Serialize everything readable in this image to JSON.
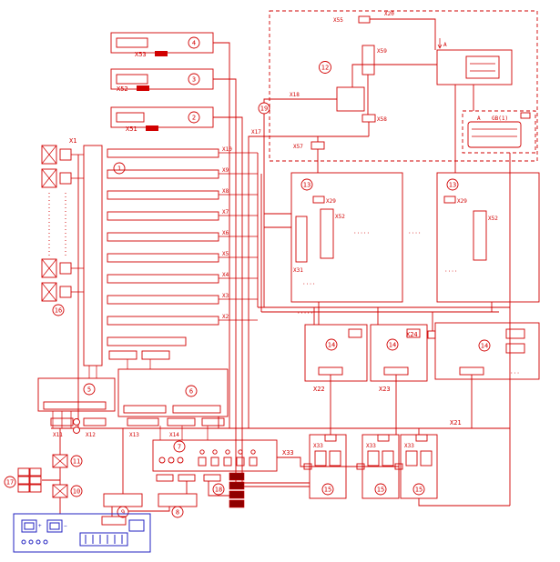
{
  "diagram_type": "electrical-wiring-schematic",
  "colors": {
    "line": "#d10000",
    "dark_component": "#8f0000",
    "legend_blue": "#2020c0",
    "background": "#ffffff"
  },
  "markers": {
    "m1": "1",
    "m2": "2",
    "m3": "3",
    "m4": "4",
    "m5": "5",
    "m6": "6",
    "m7": "7",
    "m8": "8",
    "m9": "9",
    "m10": "10",
    "m11": "11",
    "m12": "12",
    "m13": "13",
    "m14": "14",
    "m15": "15",
    "m16": "16",
    "m17": "17",
    "m18": "18",
    "m19": "19"
  },
  "labels": {
    "x1": "X1",
    "bars": [
      "X10",
      "X9",
      "X8",
      "X7",
      "X6",
      "X5",
      "X4",
      "X3",
      "X2"
    ],
    "x51": "X51",
    "x52_top": "X52",
    "x53": "X53",
    "x55": "X55",
    "x20": "X20",
    "x59": "X59",
    "x58": "X58",
    "x57": "X57",
    "x18": "X18",
    "x17": "X17",
    "a": "A",
    "gb": "GB(1)",
    "x29": "X29",
    "x52_mod": "X52",
    "x31": "X31",
    "x21": "X21",
    "x22": "X22",
    "x23": "X23",
    "x24": "X24",
    "x33": "X33",
    "x11": "X11",
    "x12": "X12",
    "x13": "X13",
    "x14": "X14",
    "plus": "+",
    "minus": "−",
    "dots5": "·····",
    "dots4": "····",
    "dots3": "···"
  }
}
